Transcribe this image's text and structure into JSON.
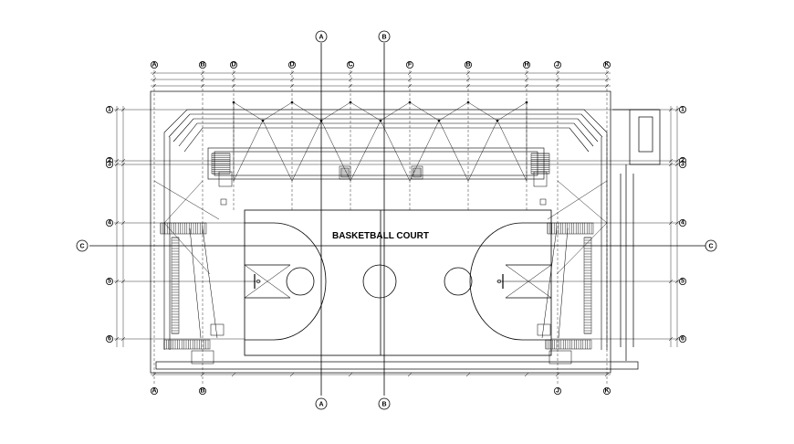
{
  "court_label": "BASKETBALL COURT",
  "grid": {
    "top_markers": [
      "A",
      "B"
    ],
    "bottom_markers": [
      "A",
      "B"
    ],
    "side_marker": "C",
    "top_columns": [
      "A",
      "B",
      "D",
      "D",
      "C",
      "F",
      "B",
      "H",
      "J",
      "K"
    ],
    "bottom_columns": [
      "A",
      "B",
      "J",
      "K"
    ],
    "left_rows": [
      "1",
      "2",
      "3",
      "4",
      "5",
      "6"
    ],
    "right_rows": [
      "1",
      "2",
      "3",
      "4",
      "5",
      "6"
    ]
  }
}
